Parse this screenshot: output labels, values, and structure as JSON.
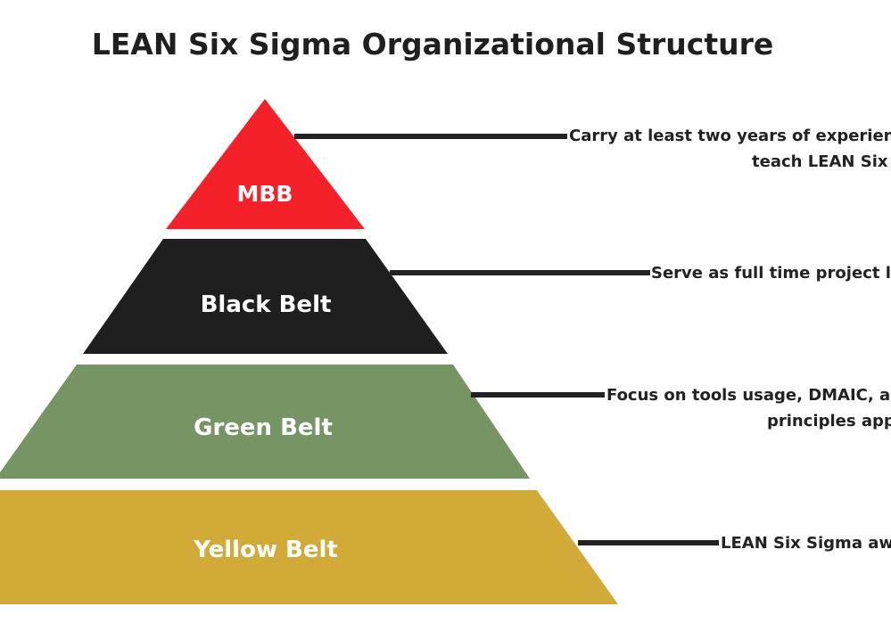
{
  "title": "LEAN Six Sigma Organizational Structure",
  "tiers": [
    {
      "label": "MBB",
      "color": "#f5212a",
      "description_lines": [
        "Carry at least two years of experienc",
        "teach LEAN Six S"
      ]
    },
    {
      "label": "Black Belt",
      "color": "#1f1f1f",
      "description_lines": [
        "Serve as full time project le"
      ]
    },
    {
      "label": "Green Belt",
      "color": "#779465",
      "description_lines": [
        "Focus on tools usage, DMAIC, an",
        "principles app"
      ]
    },
    {
      "label": "Yellow Belt",
      "color": "#d1aa38",
      "description_lines": [
        "LEAN Six Sigma awa"
      ]
    }
  ]
}
